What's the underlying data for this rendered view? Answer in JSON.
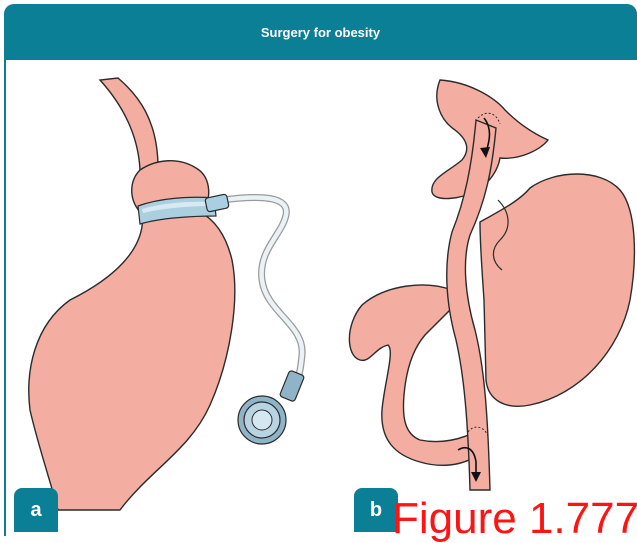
{
  "header": {
    "title": "Surgery for obesity"
  },
  "panels": [
    {
      "label": "a"
    },
    {
      "label": "b"
    }
  ],
  "figure_number": "Figure 1.777",
  "colors": {
    "teal": "#0b7f96",
    "tissue": "#f4ada1",
    "tissue_stroke": "#2b2b2b",
    "band": "#a9cfe1",
    "tube": "#eaf2f6",
    "port": "#8fb4c8"
  }
}
